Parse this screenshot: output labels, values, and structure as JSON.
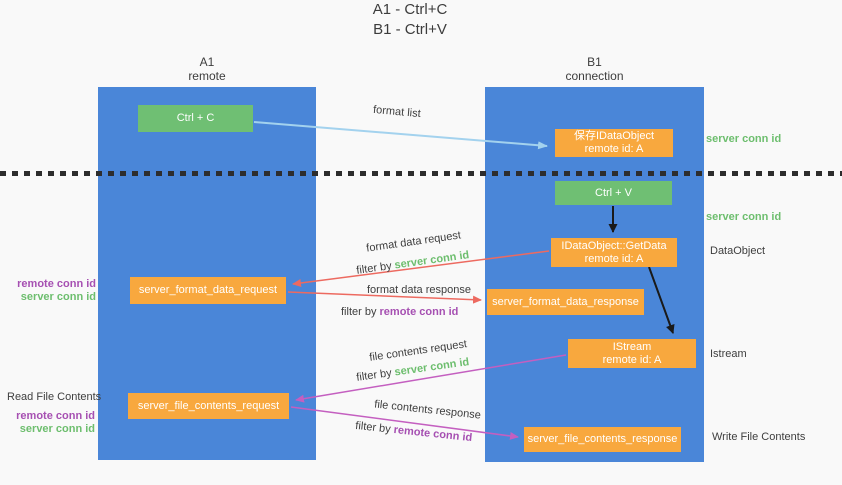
{
  "title": {
    "line1": "A1 - Ctrl+C",
    "line2": "B1 - Ctrl+V"
  },
  "columns": {
    "a1": {
      "name": "A1",
      "subtitle": "remote"
    },
    "b1": {
      "name": "B1",
      "subtitle": "connection"
    }
  },
  "nodes": {
    "ctrl_c": {
      "label": "Ctrl + C"
    },
    "save_idataobject": {
      "line1": "保存IDataObject",
      "line2": "remote id: A"
    },
    "ctrl_v": {
      "label": "Ctrl + V"
    },
    "getdata": {
      "line1": "IDataObject::GetData",
      "line2": "remote id: A"
    },
    "server_format_data_request": {
      "label": "server_format_data_request"
    },
    "server_format_data_response": {
      "label": "server_format_data_response"
    },
    "istream": {
      "line1": "IStream",
      "line2": "remote id: A"
    },
    "server_file_contents_request": {
      "label": "server_file_contents_request"
    },
    "server_file_contents_response": {
      "label": "server_file_contents_response"
    }
  },
  "arrows": {
    "format_list": {
      "label": "format list"
    },
    "format_data_request": {
      "label": "format data request",
      "filter_prefix": "filter by",
      "filter_value": "server conn id"
    },
    "format_data_response": {
      "label": "format data response",
      "filter_prefix": "filter by",
      "filter_value": "remote conn id"
    },
    "file_contents_request": {
      "label": "file contents request",
      "filter_prefix": "filter by",
      "filter_value": "server conn id"
    },
    "file_contents_response": {
      "label": "file contents response",
      "filter_prefix": "filter by",
      "filter_value": "remote conn id"
    }
  },
  "side_labels": {
    "right": {
      "server_conn_id_top": "server conn id",
      "server_conn_id_mid": "server conn id",
      "dataobject": "DataObject",
      "istream": "Istream",
      "write_file_contents": "Write File Contents"
    },
    "left": {
      "remote_conn_id_top": "remote conn id",
      "server_conn_id_top": "server conn id",
      "read_file_contents": "Read File Contents",
      "remote_conn_id_bottom": "remote conn id",
      "server_conn_id_bottom": "server conn id"
    }
  },
  "colors": {
    "column_blue": "#4a86d8",
    "box_green": "#6fbf73",
    "box_orange": "#f8a83e",
    "arrow_light_blue": "#a3d2ee",
    "arrow_red": "#ed6a60",
    "arrow_magenta": "#c45fc0",
    "arrow_black": "#1a1a1a",
    "label_green": "#6dbe6e",
    "label_purple": "#a650b2",
    "text_dark": "#3e3e3e",
    "background": "#f9f9f9"
  }
}
